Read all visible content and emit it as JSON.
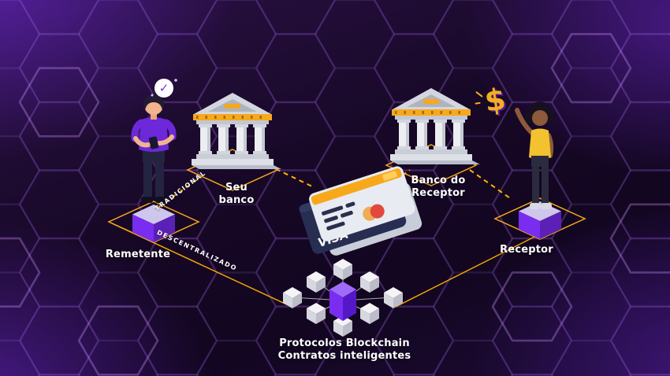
{
  "diagram": {
    "labels": {
      "sender": "Remetente",
      "sender_bank": "Seu\nbanco",
      "receiver_bank": "Banco do\nReceptor",
      "receiver": "Receptor",
      "path_traditional": "TRADICIONAL",
      "path_decentralized": "DESCENTRALIZADO",
      "blockchain": "Protocolos Blockchain\nContratos inteligentes",
      "card_brand": "VISA"
    },
    "icons": {
      "check": "✓",
      "dollar": "$"
    },
    "colors": {
      "background": "#190a2d",
      "accent_gold": "#f7a81b",
      "accent_purple": "#7a2df0",
      "dashed_line": "#ffb300",
      "text": "#ffffff"
    }
  }
}
